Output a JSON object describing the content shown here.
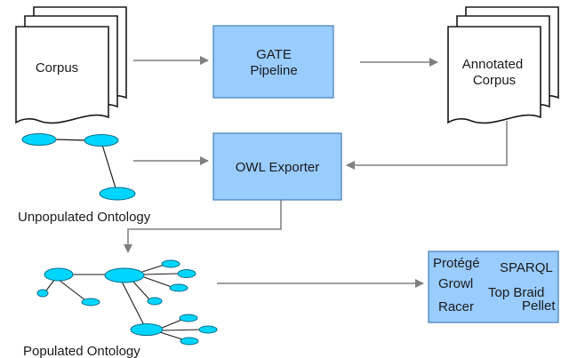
{
  "nodes": {
    "corpus": {
      "label": "Corpus"
    },
    "gate_pipeline": {
      "label_line1": "GATE",
      "label_line2": "Pipeline"
    },
    "annotated_corpus": {
      "label_line1": "Annotated",
      "label_line2": "Corpus"
    },
    "owl_exporter": {
      "label": "OWL Exporter"
    },
    "unpopulated_ontology": {
      "label": "Unpopulated Ontology"
    },
    "populated_ontology": {
      "label": "Populated Ontology"
    },
    "tools": {
      "items": [
        "Protégé",
        "SPARQL",
        "Growl",
        "Racer",
        "Top Braid",
        "Pellet"
      ]
    }
  },
  "colors": {
    "process_fill": "#99ccff",
    "process_stroke": "#4f86c0",
    "ellipse_fill": "#00d5ff",
    "ellipse_stroke": "#0a6f8c",
    "arrow": "#7f7f7f",
    "document_stroke": "#1a1a1a"
  }
}
